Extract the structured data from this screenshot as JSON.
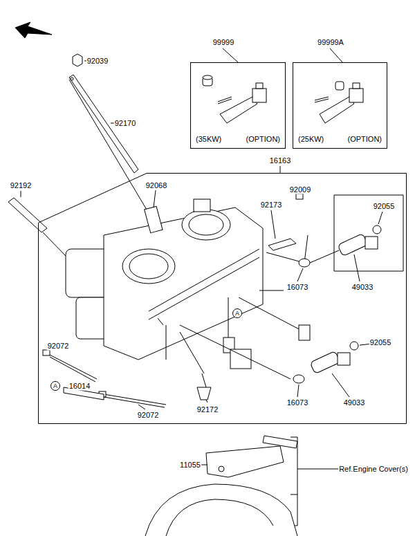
{
  "diagram": {
    "nodes": [
      {
        "text": [
          "99999",
          "(35KW)",
          "(OPTION)"
        ]
      },
      {
        "text": [
          "99999A",
          "(25KW)",
          "(OPTION)"
        ]
      },
      {
        "text": [
          "16163"
        ]
      }
    ],
    "labels": [
      "92039",
      "92170",
      "92192",
      "92068",
      "92009",
      "92173",
      "92055",
      "16073",
      "49033",
      "92072",
      "A",
      "16014",
      "92072",
      "92172",
      "A",
      "92055",
      "16073",
      "49033",
      "11055",
      "Ref.Engine Cover(s)"
    ]
  }
}
